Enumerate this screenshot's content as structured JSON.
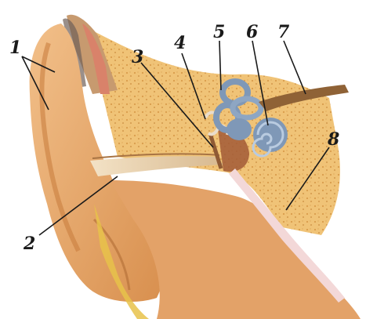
{
  "labels": [
    "1",
    "2",
    "3",
    "4",
    "5",
    "6",
    "7",
    "8"
  ],
  "colors": {
    "skin": "#e6a565",
    "skin_dark": "#c97f3f",
    "bone": "#f0c377",
    "bone_spots": "#d99c4c",
    "canal": "#ecd5b4",
    "labyrinth": "#7f98b7",
    "labyrinth_light": "#b9cbe0",
    "nerve": "#8f6236",
    "line": "#1a1a1a"
  }
}
